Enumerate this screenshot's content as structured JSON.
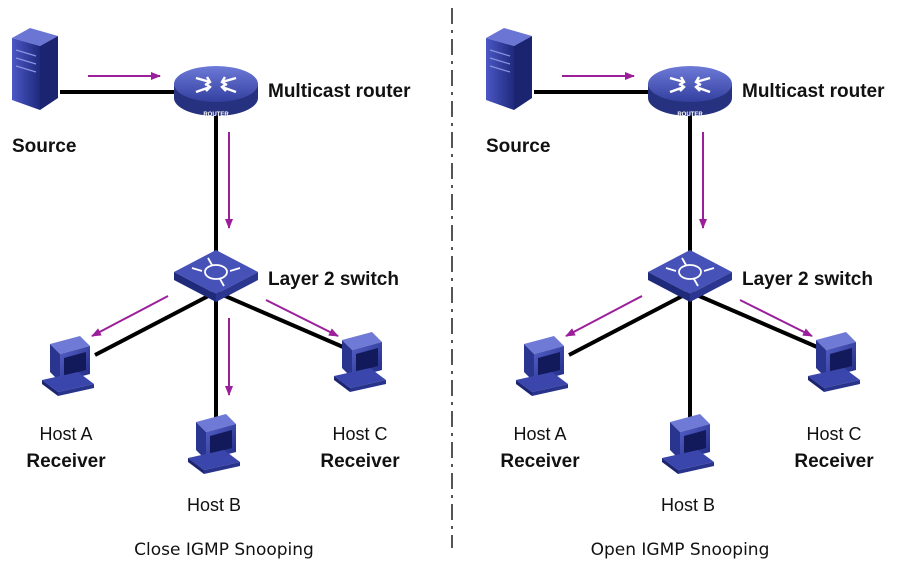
{
  "panels": [
    {
      "caption": "Close  IGMP Snooping",
      "source_label": "Source",
      "router_label": "Multicast router",
      "router_badge": "ROUTER",
      "switch_label": "Layer 2 switch",
      "host_a": {
        "name": "Host A",
        "role": "Receiver"
      },
      "host_b": {
        "name": "Host B",
        "role": ""
      },
      "host_c": {
        "name": "Host C",
        "role": "Receiver"
      },
      "flows_to": [
        "Host A",
        "Host B",
        "Host C"
      ]
    },
    {
      "caption": "Open  IGMP Snooping",
      "source_label": "Source",
      "router_label": "Multicast router",
      "router_badge": "ROUTER",
      "switch_label": "Layer 2 switch",
      "host_a": {
        "name": "Host A",
        "role": "Receiver"
      },
      "host_b": {
        "name": "Host B",
        "role": ""
      },
      "host_c": {
        "name": "Host C",
        "role": "Receiver"
      },
      "flows_to": [
        "Host A",
        "Host C"
      ]
    }
  ],
  "colors": {
    "link": "#000000",
    "flow_arrow": "#9b1f9b",
    "device_blue": "#2e3a9c",
    "divider": "#555555"
  }
}
